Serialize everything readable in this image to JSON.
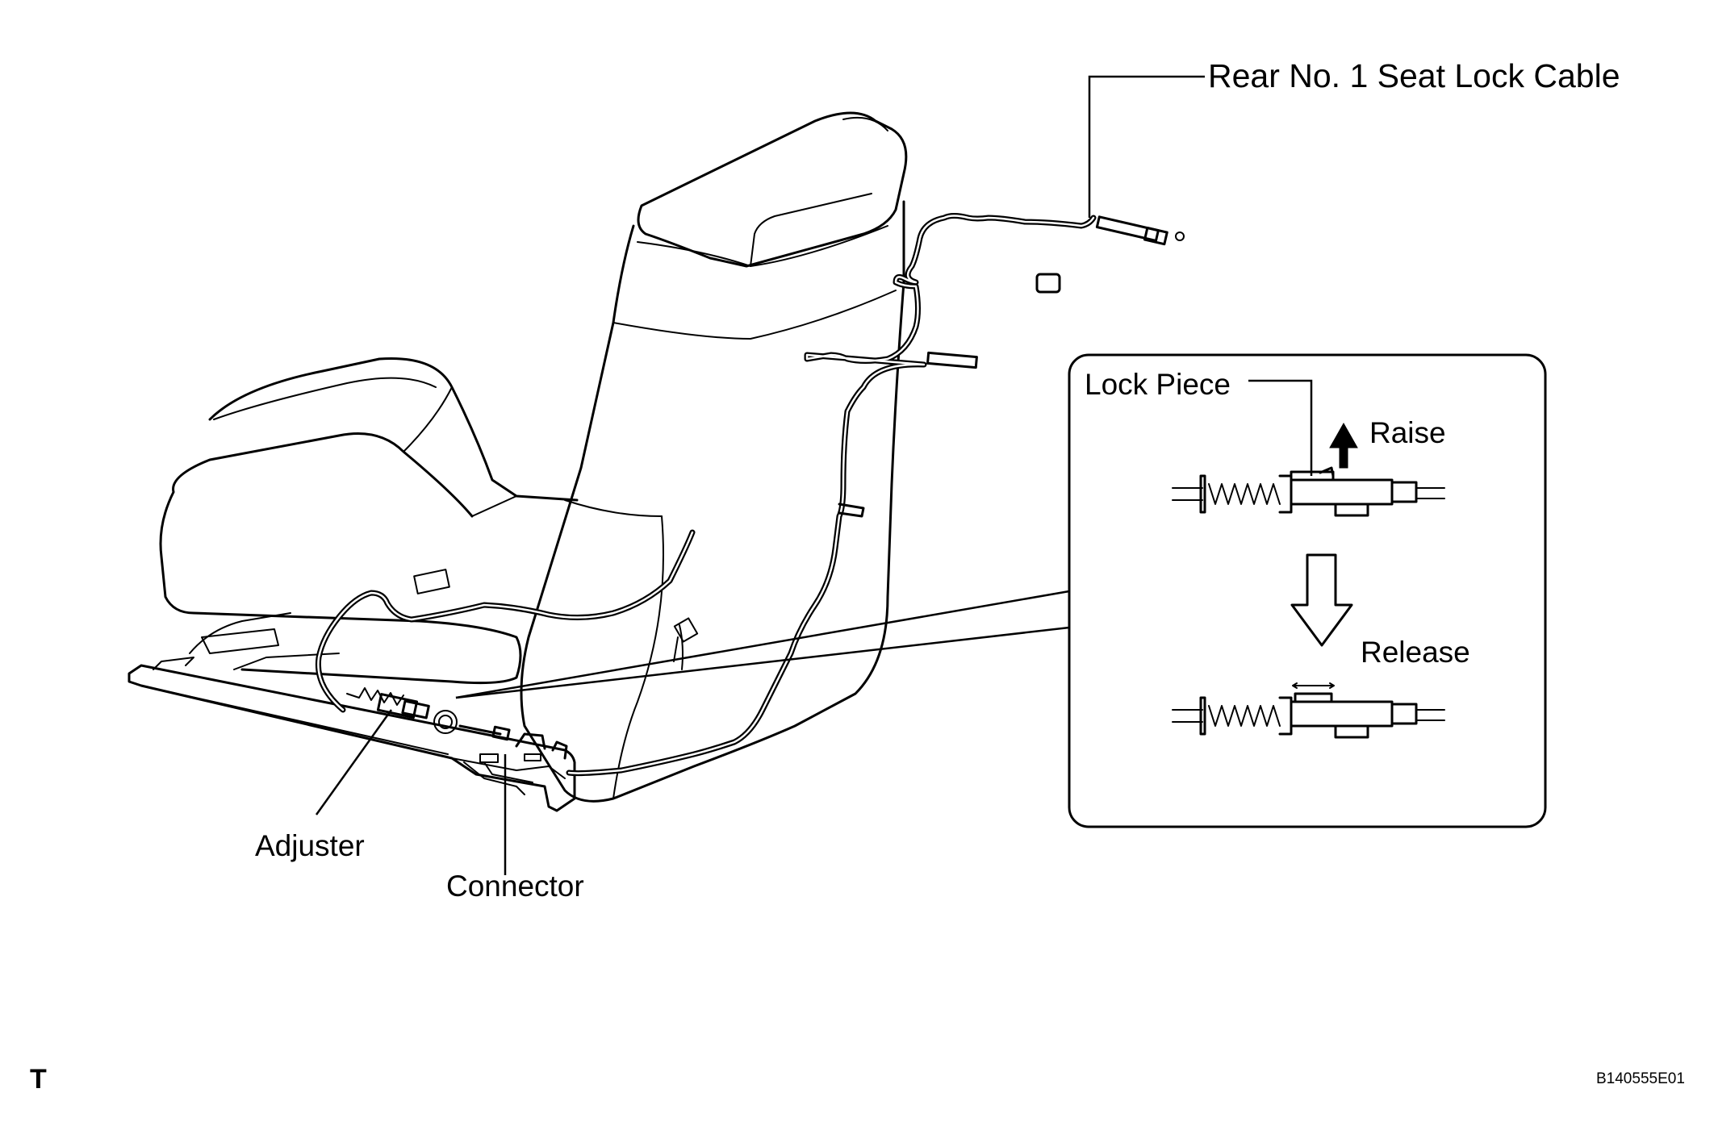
{
  "labels": {
    "rear_cable": "Rear No. 1 Seat Lock Cable",
    "lock_piece": "Lock Piece",
    "raise": "Raise",
    "release": "Release",
    "adjuster": "Adjuster",
    "connector": "Connector"
  },
  "corner_mark": "T",
  "figure_id": "B140555E01"
}
